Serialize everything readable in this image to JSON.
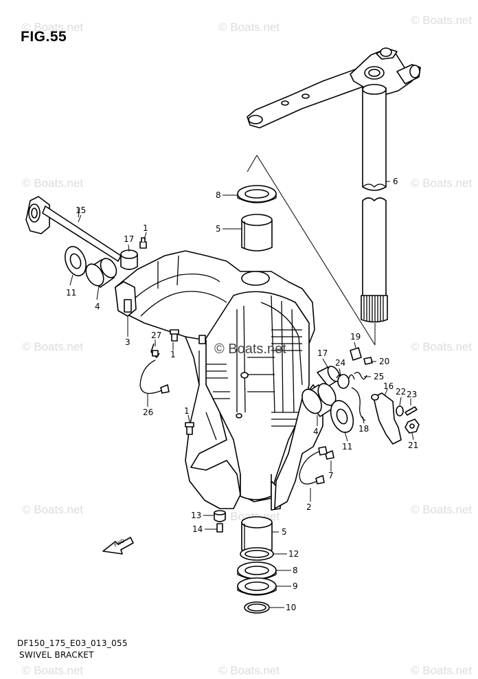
{
  "figure": {
    "title": "FIG.55"
  },
  "footer": {
    "code": "DF150_175_E03_013_055",
    "caption": "SWIVEL BRACKET"
  },
  "watermark": {
    "text": "© Boats.net",
    "center_text": "© Boats.net"
  },
  "callouts": [
    "1",
    "1",
    "1",
    "2",
    "3",
    "4",
    "4",
    "5",
    "5",
    "6",
    "7",
    "8",
    "8",
    "9",
    "10",
    "11",
    "11",
    "12",
    "13",
    "14",
    "15",
    "16",
    "17",
    "17",
    "18",
    "19",
    "20",
    "21",
    "22",
    "23",
    "24",
    "25",
    "26",
    "27"
  ],
  "direction_marker": {
    "label": "FWD"
  }
}
